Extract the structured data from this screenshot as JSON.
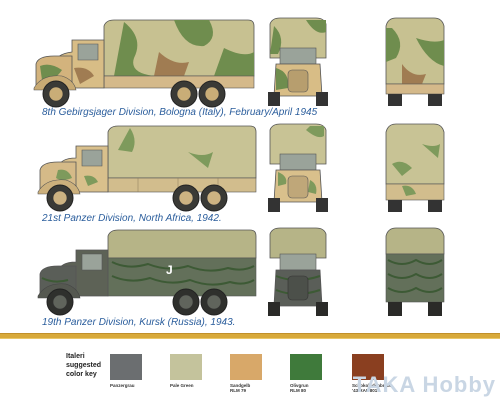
{
  "rows": [
    {
      "caption": "8th Gebirgsjager Division, Bologna (Italy), February/April 1945"
    },
    {
      "caption": "21st Panzer Division, North Africa, 1942."
    },
    {
      "caption": "19th Panzer Division, Kursk (Russia), 1943."
    }
  ],
  "truck_marking": "J",
  "color_key": {
    "title": "Italeri suggested color key",
    "swatches": [
      {
        "name": "Panzergrau",
        "hex": "#6b6e70"
      },
      {
        "name": "Pale Green",
        "hex": "#c4c39c"
      },
      {
        "name": "Sandgelb RLM 79",
        "hex": "#d8a869"
      },
      {
        "name": "Olivgrun RLM 80",
        "hex": "#3f7a3b"
      },
      {
        "name": "Schokoladenbraun '43 RAL 8017",
        "hex": "#8a3f20"
      }
    ]
  },
  "watermark": "TAKA Hobby",
  "colors": {
    "caption": "#2a5d9c",
    "divider": "#d8a93a",
    "sand": "#d9c28a",
    "tan": "#c9b07a",
    "green_camo": "#4f7a41",
    "grey": "#5a5e60",
    "canvas": "#b9b688"
  }
}
